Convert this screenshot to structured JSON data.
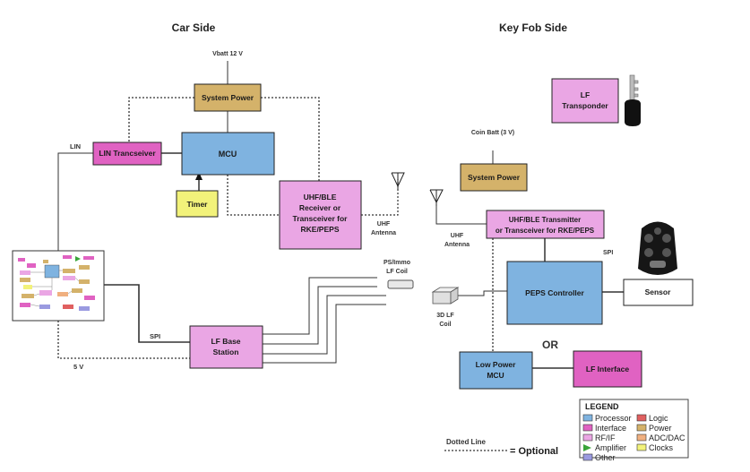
{
  "headings": {
    "car_side": "Car Side",
    "fob_side": "Key Fob Side"
  },
  "labels": {
    "vbatt": "Vbatt 12 V",
    "lin": "LIN",
    "spi_car": "SPI",
    "five_v": "5 V",
    "uhf_antenna_car": [
      "UHF",
      "Antenna"
    ],
    "ps_immo": [
      "PS/Immo",
      "LF Coil"
    ],
    "coin_batt": "Coin Batt (3 V)",
    "uhf_antenna_fob": [
      "UHF",
      "Antenna"
    ],
    "spi_fob": "SPI",
    "lf3d": [
      "3D LF",
      "Coil"
    ],
    "or": "OR",
    "dotted_line": "Dotted Line",
    "optional": "= Optional"
  },
  "blocks": {
    "system_power_car": "System Power",
    "lin_transceiver": "LIN Trancseiver",
    "mcu": "MCU",
    "timer": "Timer",
    "uhf_ble_car": [
      "UHF/BLE",
      "Receiver or",
      "Transceiver for",
      "RKE/PEPS"
    ],
    "lf_base_station": [
      "LF Base",
      "Station"
    ],
    "lf_transponder": [
      "LF",
      "Transponder"
    ],
    "system_power_fob": "System Power",
    "uhf_ble_fob": [
      "UHF/BLE Transmitter",
      "or Transceiver for RKE/PEPS"
    ],
    "peps_controller": "PEPS Controller",
    "sensor": "Sensor",
    "low_power_mcu": [
      "Low Power",
      "MCU"
    ],
    "lf_interface": "LF Interface"
  },
  "legend": {
    "title": "LEGEND",
    "items": [
      {
        "label": "Processor",
        "color": "#7fb3e0",
        "kind": "box"
      },
      {
        "label": "Logic",
        "color": "#e06060",
        "kind": "box"
      },
      {
        "label": "Interface",
        "color": "#e062c2",
        "kind": "box"
      },
      {
        "label": "Power",
        "color": "#d4b26a",
        "kind": "box"
      },
      {
        "label": "RF/IF",
        "color": "#eaa6e4",
        "kind": "box"
      },
      {
        "label": "ADC/DAC",
        "color": "#f0b080",
        "kind": "box"
      },
      {
        "label": "Amplifier",
        "color": "#3aa53a",
        "kind": "triangle"
      },
      {
        "label": "Clocks",
        "color": "#f2f27a",
        "kind": "box"
      },
      {
        "label": "Other",
        "color": "#9a9ae0",
        "kind": "box"
      }
    ]
  },
  "colors": {
    "processor": "#7fb3e0",
    "interface": "#e062c2",
    "rf_if": "#eaa6e4",
    "power": "#d4b26a",
    "clocks": "#f2f27a",
    "other": "#ffffff"
  }
}
